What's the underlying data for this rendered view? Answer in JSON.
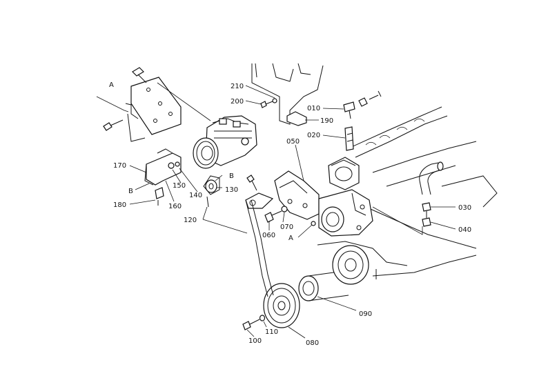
{
  "diagram": {
    "callouts": {
      "p010": "010",
      "p020": "020",
      "p030": "030",
      "p040": "040",
      "p050": "050",
      "p060": "060",
      "p070": "070",
      "p080": "080",
      "p090": "090",
      "p100": "100",
      "p110": "110",
      "p120": "120",
      "p130": "130",
      "p140": "140",
      "p150": "150",
      "p160": "160",
      "p170": "170",
      "p180": "180",
      "p190": "190",
      "p200": "200",
      "p210": "210"
    },
    "refs": {
      "a_top": "A",
      "a_bottom": "A",
      "b_left": "B",
      "b_right": "B"
    }
  }
}
